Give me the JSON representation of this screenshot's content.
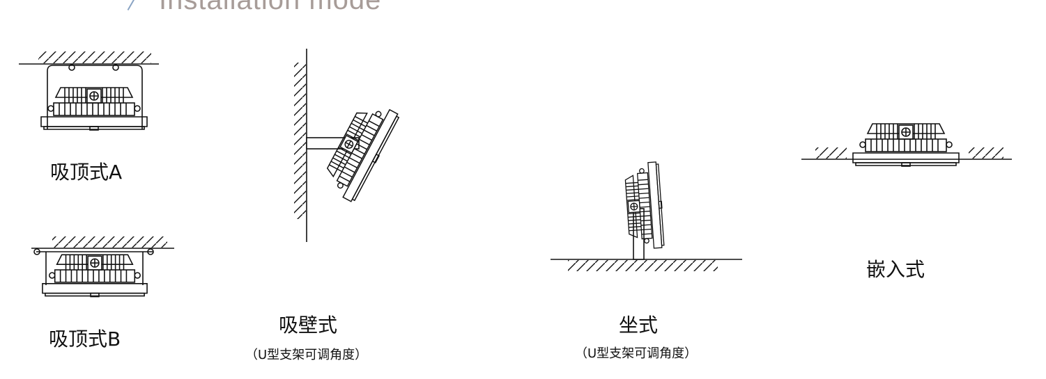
{
  "header": {
    "title": "Installation mode"
  },
  "modes": [
    {
      "label": "吸顶式A"
    },
    {
      "label": "吸顶式B"
    },
    {
      "label": "吸壁式",
      "note": "（U型支架可调角度）"
    },
    {
      "label": "坐式",
      "note": "（U型支架可调角度）"
    },
    {
      "label": "嵌入式"
    }
  ]
}
